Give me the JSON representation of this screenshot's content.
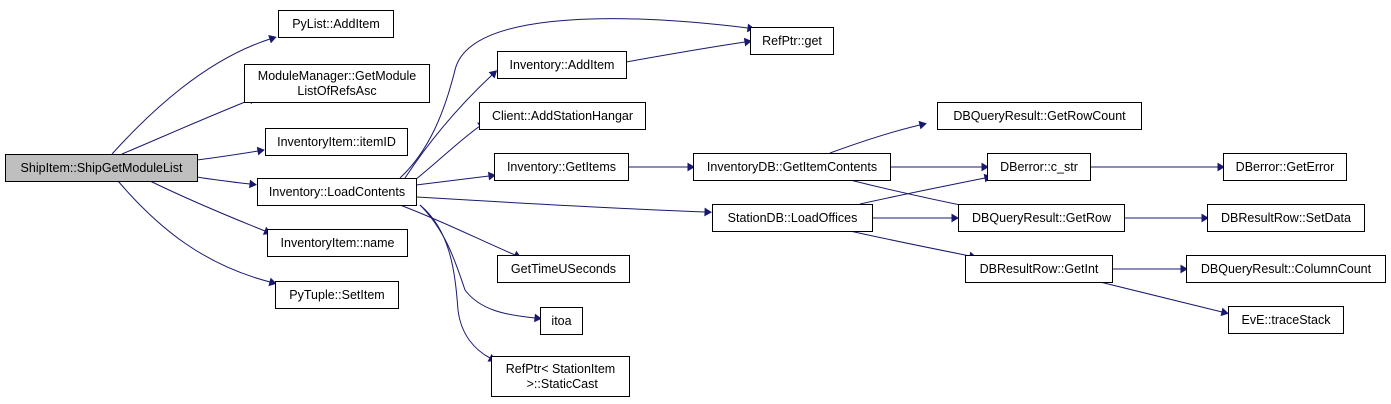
{
  "graph": {
    "edge_color": "#191970",
    "root_fill": "#bfbfbf",
    "nodes": {
      "shipitem": [
        "ShipItem::ShipGetModuleList"
      ],
      "pylist": [
        "PyList::AddItem"
      ],
      "modmgr": [
        "ModuleManager::GetModule",
        "ListOfRefsAsc"
      ],
      "invitemid": [
        "InventoryItem::itemID"
      ],
      "loadcontents": [
        "Inventory::LoadContents"
      ],
      "invitemname": [
        "InventoryItem::name"
      ],
      "pytuple": [
        "PyTuple::SetItem"
      ],
      "refget": [
        "RefPtr::get"
      ],
      "invadd": [
        "Inventory::AddItem"
      ],
      "clientadd": [
        "Client::AddStationHangar"
      ],
      "invgetitems": [
        "Inventory::GetItems"
      ],
      "gettime": [
        "GetTimeUSeconds"
      ],
      "itoa": [
        "itoa"
      ],
      "staticcast": [
        "RefPtr< StationItem",
        " >::StaticCast"
      ],
      "getitemcontents": [
        "InventoryDB::GetItemContents"
      ],
      "loadoffices": [
        "StationDB::LoadOffices"
      ],
      "getrowcount": [
        "DBQueryResult::GetRowCount"
      ],
      "cstr": [
        "DBerror::c_str"
      ],
      "getrow": [
        "DBQueryResult::GetRow"
      ],
      "getint": [
        "DBResultRow::GetInt"
      ],
      "geterror": [
        "DBerror::GetError"
      ],
      "setdata": [
        "DBResultRow::SetData"
      ],
      "columncount": [
        "DBQueryResult::ColumnCount"
      ],
      "tracestack": [
        "EvE::traceStack"
      ]
    }
  }
}
